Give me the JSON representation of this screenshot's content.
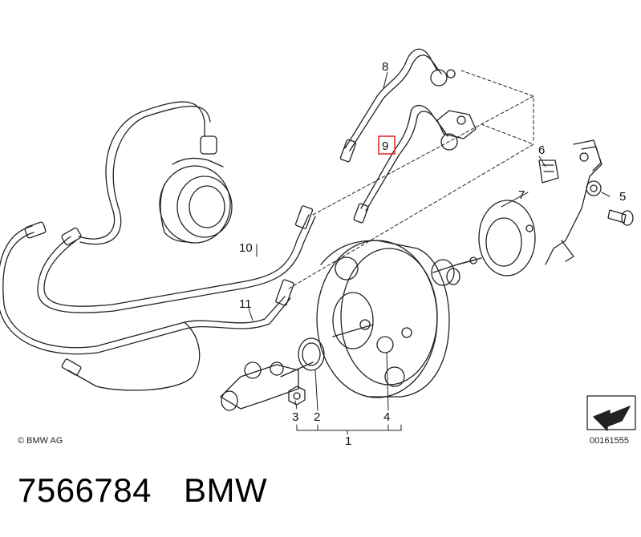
{
  "callouts": {
    "c1": "1",
    "c2": "2",
    "c3": "3",
    "c4": "4",
    "c5": "5",
    "c6": "6",
    "c7": "7",
    "c8": "8",
    "c9": "9",
    "c10": "10",
    "c11": "11"
  },
  "copyright": "© BMW AG",
  "diagram_number": "00161555",
  "footer": {
    "part_number": "7566784",
    "brand": "BMW"
  },
  "highlight_color": "#e03030"
}
